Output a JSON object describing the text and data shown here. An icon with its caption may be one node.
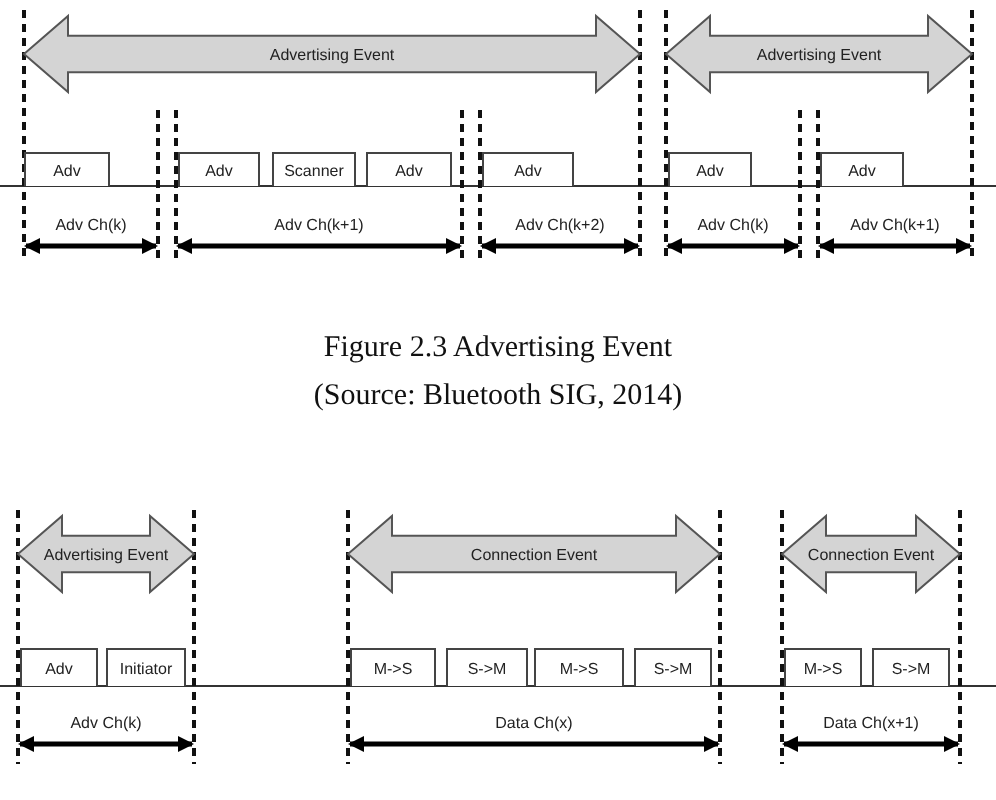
{
  "diagram": {
    "caption": "Figure 2.3 Advertising Event",
    "nodes": [
      {
        "text": [
          "Advertising Event"
        ]
      },
      {
        "text": [
          "Advertising Event"
        ]
      },
      {
        "text": [
          "Adv"
        ]
      },
      {
        "text": [
          "Adv"
        ]
      },
      {
        "text": [
          "Scanner"
        ]
      },
      {
        "text": [
          "Adv"
        ]
      },
      {
        "text": [
          "Adv"
        ]
      },
      {
        "text": [
          "Adv"
        ]
      },
      {
        "text": [
          "Adv"
        ]
      },
      {
        "text": [
          "Advertising Event"
        ]
      },
      {
        "text": [
          "Connection Event"
        ]
      },
      {
        "text": [
          "Connection Event"
        ]
      },
      {
        "text": [
          "Adv"
        ]
      },
      {
        "text": [
          "Initiator"
        ]
      },
      {
        "text": [
          "M->S"
        ]
      },
      {
        "text": [
          "S->M"
        ]
      },
      {
        "text": [
          "M->S"
        ]
      },
      {
        "text": [
          "S->M"
        ]
      },
      {
        "text": [
          "M->S"
        ]
      },
      {
        "text": [
          "S->M"
        ]
      }
    ],
    "edges": [],
    "labels": [
      "Adv Ch(k)",
      "Adv Ch(k+1)",
      "Adv Ch(k+2)",
      "Adv Ch(k)",
      "Adv Ch(k+1)",
      "(Source: Bluetooth SIG, 2014)",
      "Adv Ch(k)",
      "Data Ch(x)",
      "Data Ch(x+1)"
    ]
  }
}
